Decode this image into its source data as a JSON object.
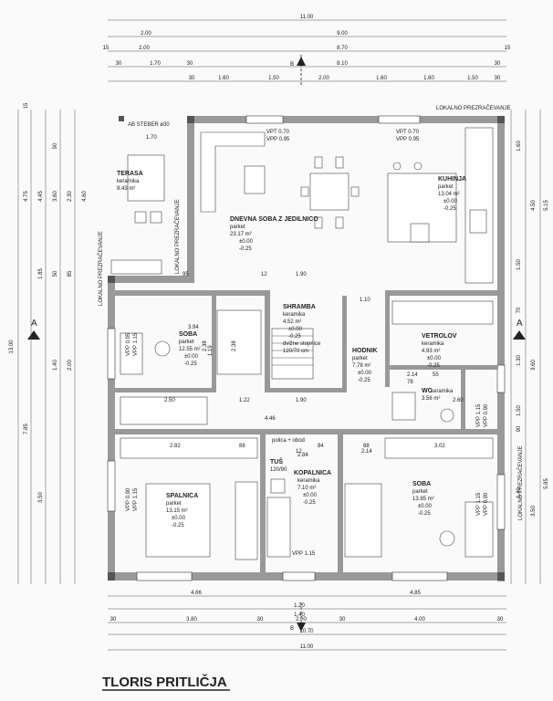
{
  "title": "TLORIS PRITLIČJA",
  "section_marks": {
    "a": "A",
    "b": "B"
  },
  "notes": {
    "lokalno_top": "LOKALNO PREZRAČEVANJE",
    "lokalno_left": "LOKALNO PREZRAČEVANJE",
    "lokalno_mid": "LOKALNO PREZRAČEVANJE",
    "lokalno_right": "LOKALNO PREZRAČEVANJE",
    "ab_steber": "AB STEBER ø30"
  },
  "rooms": [
    {
      "id": "terasa",
      "name": "TERASA",
      "lines": [
        "keramika",
        "9.43 m²"
      ]
    },
    {
      "id": "dnevna",
      "name": "DNEVNA SOBA Z JEDILNICO",
      "lines": [
        "parket",
        "23.17 m²",
        "±0.00",
        "-0.25"
      ]
    },
    {
      "id": "kuhinja",
      "name": "KUHINJA",
      "lines": [
        "parket",
        "13.04 m²",
        "±0.00",
        "-0.25"
      ]
    },
    {
      "id": "soba1",
      "name": "SOBA",
      "lines": [
        "parket",
        "12.55 m²",
        "±0.00",
        "-0.25"
      ]
    },
    {
      "id": "shramba",
      "name": "SHRAMBA",
      "lines": [
        "keramika",
        "4.52 m²",
        "±0.00",
        "-0.25",
        "dvižne stopnice",
        "120/70 cm"
      ]
    },
    {
      "id": "hodnik",
      "name": "HODNIK",
      "lines": [
        "parket",
        "7.78 m²",
        "±0.00",
        "-0.25"
      ]
    },
    {
      "id": "vetrolov",
      "name": "VETROLOV",
      "lines": [
        "keramika",
        "4.93 m²",
        "±0.00",
        "-0.25"
      ]
    },
    {
      "id": "wc",
      "name": "WC",
      "lines": [
        "keramika",
        "3.56 m²"
      ]
    },
    {
      "id": "spalnica",
      "name": "SPALNICA",
      "lines": [
        "parket",
        "13.15 m²",
        "±0.00",
        "-0.25"
      ]
    },
    {
      "id": "tus",
      "name": "TUŠ",
      "lines": [
        "120/90"
      ]
    },
    {
      "id": "kopalnica",
      "name": "KOPALNICA",
      "lines": [
        "keramika",
        "7.10 m²",
        "±0.00",
        "-0.25"
      ]
    },
    {
      "id": "soba2",
      "name": "SOBA",
      "lines": [
        "parket",
        "13.85 m²",
        "±0.00",
        "-0.25"
      ]
    }
  ],
  "window_notes": {
    "w1": [
      "VPT 0.70",
      "VPP 0.95"
    ],
    "w2": [
      "VPT 0.70",
      "VPP 0.95"
    ],
    "w3": [
      "VPP 0.95",
      "VPP 1.15"
    ],
    "w4": [
      "VPP 0.90",
      "VPP 1.15"
    ],
    "w5": [
      "VPP 1.15",
      "VPP 0.90"
    ],
    "w6": [
      "VPP 1.15"
    ],
    "w7": [
      "VPP 1.15",
      "VPP 0.90"
    ],
    "polica": "polica + obod"
  },
  "dims_top": {
    "row1": [
      "11.00"
    ],
    "row2": [
      "2.00",
      "9.00"
    ],
    "row3": [
      "15",
      "2.00",
      "8.70",
      "15"
    ],
    "row4": [
      "30",
      "1.70",
      "30",
      "8.10",
      "30"
    ],
    "row5": [
      "30",
      "1.60",
      "1.50",
      "2.00",
      "1.60",
      "1.60",
      "1.50",
      "30"
    ]
  },
  "dims_bottom": {
    "row1": [
      "4.66",
      "4.85"
    ],
    "row2": [
      "1.20",
      "1.40"
    ],
    "row3": [
      "30",
      "3.80",
      "30",
      "2.00",
      "30",
      "4.00",
      "30"
    ],
    "row4": [
      "10.70"
    ],
    "row5": [
      "11.00"
    ]
  },
  "dims_left": [
    "13.00",
    "4.75",
    "4.45",
    "4.60",
    "3.60",
    "2.00",
    "1.40",
    "2.30",
    "7.85",
    "3.50",
    "15",
    "1.85",
    "90",
    "50",
    "85"
  ],
  "dims_right": [
    "1.60",
    "4.50",
    "5.15",
    "1.50",
    "3.60",
    "1.50",
    "5.85",
    "3.50",
    "1.40",
    "1.30",
    "70",
    "90"
  ],
  "inner_dims": [
    "1.70",
    "1.90",
    "1.10",
    "2.50",
    "1.22",
    "1.90",
    "2.60",
    "4.46",
    "2.82",
    "2.84",
    "3.02",
    "88",
    "88",
    "12",
    "84",
    "95",
    "1.19",
    "2.38",
    "2.38",
    "3.94",
    "2.14",
    "2.14",
    "55",
    "78",
    "12"
  ]
}
